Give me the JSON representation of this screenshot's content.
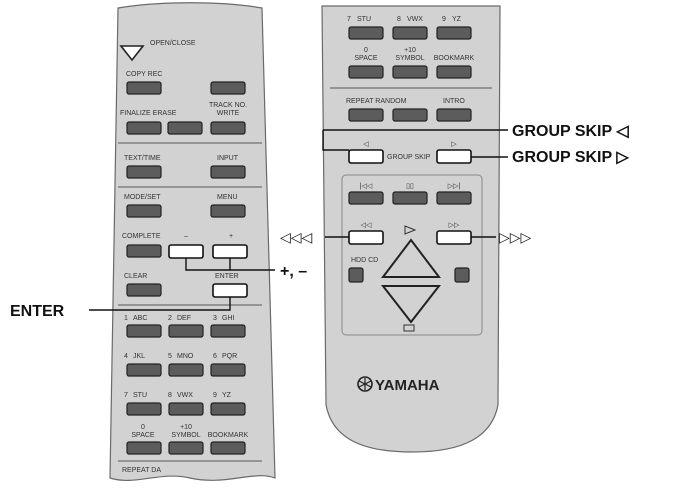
{
  "colors": {
    "remote_body": "#d2d2d2",
    "button": "#5c5c5c",
    "highlight_button": "#ffffff",
    "line": "#111111"
  },
  "left_remote": {
    "open_close": "OPEN/CLOSE",
    "copy_rec": "COPY REC",
    "track_no_write": "TRACK NO. WRITE",
    "finalize_erase": "FINALIZE ERASE",
    "text_time": "TEXT/TIME",
    "input": "INPUT",
    "mode_set": "MODE/SET",
    "menu": "MENU",
    "complete": "COMPLETE",
    "minus": "–",
    "plus": "+",
    "clear": "CLEAR",
    "enter": "ENTER",
    "keys": [
      {
        "num": "1",
        "letters": "ABC"
      },
      {
        "num": "2",
        "letters": "DEF"
      },
      {
        "num": "3",
        "letters": "GHI"
      },
      {
        "num": "4",
        "letters": "JKL"
      },
      {
        "num": "5",
        "letters": "MNO"
      },
      {
        "num": "6",
        "letters": "PQR"
      },
      {
        "num": "7",
        "letters": "STU"
      },
      {
        "num": "8",
        "letters": "VWX"
      },
      {
        "num": "9",
        "letters": "YZ"
      }
    ],
    "zero": "0",
    "space": "SPACE",
    "plus_ten": "+10",
    "symbol": "SYMBOL",
    "bookmark": "BOOKMARK",
    "repeat_da": "REPEAT DA"
  },
  "right_remote": {
    "keys": [
      {
        "num": "7",
        "letters": "STU"
      },
      {
        "num": "8",
        "letters": "VWX"
      },
      {
        "num": "9",
        "letters": "YZ"
      }
    ],
    "zero": "0",
    "plus_ten": "+10",
    "space": "SPACE",
    "symbol": "SYMBOL",
    "bookmark": "BOOKMARK",
    "repeat_random": "REPEAT RANDOM",
    "intro": "INTRO",
    "group_skip": "GROUP SKIP",
    "hdd_cd": "HDD CD",
    "brand": "YAMAHA"
  },
  "callouts": {
    "group_skip_prev": "GROUP SKIP ◁",
    "group_skip_next": "GROUP SKIP ▷",
    "skip_prev": "◁◁◁",
    "skip_next": "▷▷▷",
    "plus_minus": "+, –",
    "enter": "ENTER"
  }
}
